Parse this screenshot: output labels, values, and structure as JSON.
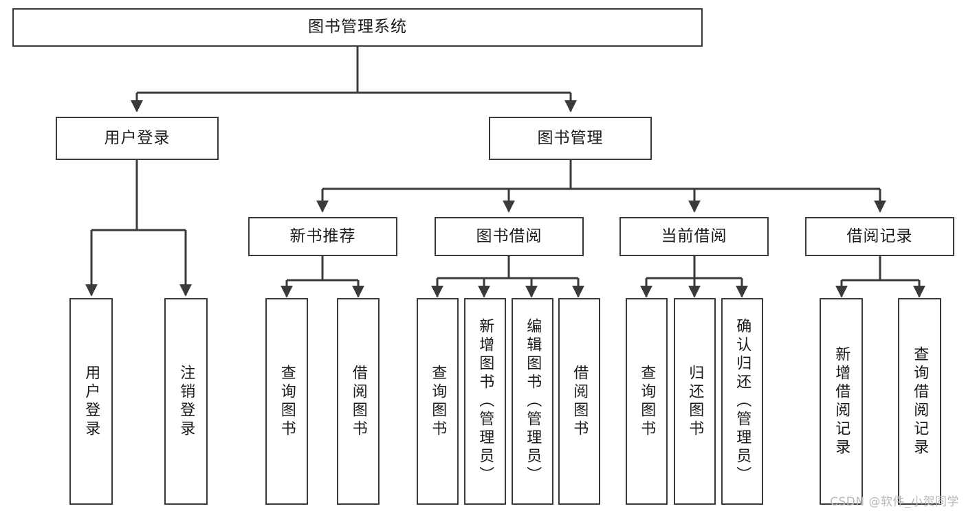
{
  "diagram": {
    "title": "图书管理系统",
    "type": "tree",
    "watermark": "CSDN @软件_小贺同学",
    "colors": {
      "stroke": "#3a3a3a",
      "text": "#1b1b1b",
      "background": "#ffffff",
      "watermark": "#b9b9b9"
    },
    "levels": {
      "root": {
        "label": "图书管理系统"
      },
      "level2": [
        {
          "label": "用户登录"
        },
        {
          "label": "图书管理"
        }
      ],
      "level3": [
        {
          "label": "新书推荐"
        },
        {
          "label": "图书借阅"
        },
        {
          "label": "当前借阅"
        },
        {
          "label": "借阅记录"
        }
      ],
      "leaves": {
        "user_login": [
          {
            "label": "用户登录"
          },
          {
            "label": "注销登录"
          }
        ],
        "new_book_recommend": [
          {
            "label": "查询图书"
          },
          {
            "label": "借阅图书"
          }
        ],
        "book_borrow": [
          {
            "label": "查询图书"
          },
          {
            "label": "新增图书（管理员）"
          },
          {
            "label": "编辑图书（管理员）"
          },
          {
            "label": "借阅图书"
          }
        ],
        "current_borrow": [
          {
            "label": "查询图书"
          },
          {
            "label": "归还图书"
          },
          {
            "label": "确认归还（管理员）"
          }
        ],
        "borrow_record": [
          {
            "label": "新增借阅记录"
          },
          {
            "label": "查询借阅记录"
          }
        ]
      }
    }
  }
}
